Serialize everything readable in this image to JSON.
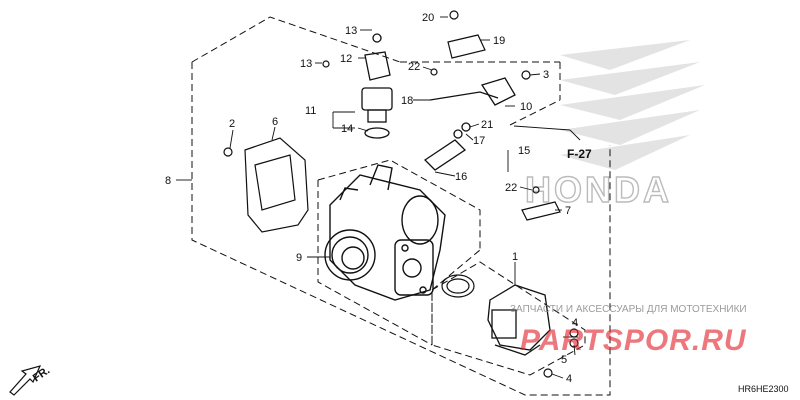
{
  "diagram": {
    "code": "HR6HE2300",
    "front_marker": "FR.",
    "section_ref": "F-27",
    "brand_watermark": "HONDA",
    "callouts": {
      "c1": "1",
      "c2": "2",
      "c3": "3",
      "c4a": "4",
      "c4b": "4",
      "c5": "5",
      "c6": "6",
      "c7": "7",
      "c8": "8",
      "c9": "9",
      "c10": "10",
      "c11": "11",
      "c12": "12",
      "c13a": "13",
      "c13b": "13",
      "c14": "14",
      "c15": "15",
      "c16": "16",
      "c17": "17",
      "c18": "18",
      "c19": "19",
      "c20": "20",
      "c21": "21",
      "c22a": "22",
      "c22b": "22"
    }
  },
  "watermark": {
    "tagline": "ЗАПЧАСТИ И АКСЕССУАРЫ ДЛЯ МОТОТЕХНИКИ",
    "site": "PARTSPOR.RU",
    "accent_color": "#e0202a"
  },
  "colors": {
    "line": "#111111",
    "watermark_gray": "#bdbdbd"
  }
}
